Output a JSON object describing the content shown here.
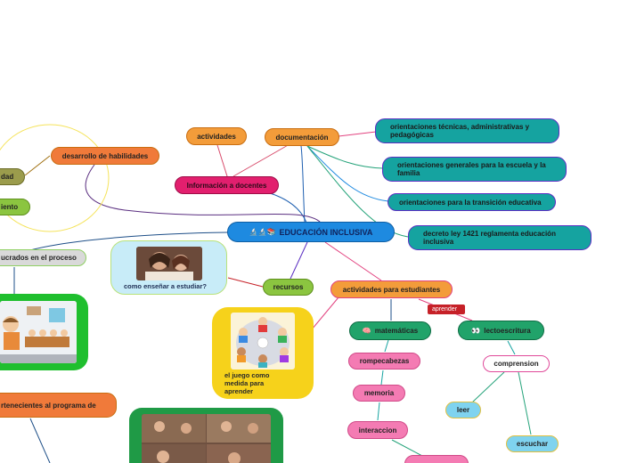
{
  "central": {
    "label": "EDUCACIÓN INCLUSIVA",
    "icons": "🔬🔬📚"
  },
  "nodes": {
    "actividades": "actividades",
    "documentacion": "documentación",
    "informacion": "Información a docentes",
    "orientaciones_tecnicas": "orientaciones  técnicas, administrativas y pedagógicas",
    "orientaciones_generales": "orientaciones generales para la escuela y la familia",
    "orientaciones_transicion": "orientaciones para la transición educativa",
    "decreto": "decreto ley 1421 reglamenta educación inclusiva",
    "desarrollo": "desarrollo de habilidades",
    "left1": "dad",
    "left2": "iento",
    "involucrados": "ucrados en el proceso",
    "pertenecientes": "rtenecientes al programa de",
    "recursos": "recursos",
    "actividades_estudiantes": "actividades para estudiantes",
    "aprender": "aprender",
    "matematicas": "matemáticas",
    "lectoescritura": "lectoescritura",
    "rompecabezas": "rompecabezas",
    "memoria": "memoria",
    "interaccion": "interaccion",
    "comprension": "comprension",
    "leer": "leer",
    "escuchar": "escuchar"
  },
  "cards": {
    "como_ensenar": "como enseñar a estudiar?",
    "juego": "el juego como medida para aprender"
  },
  "icons": {
    "matematicas": "brain-icon",
    "lectoescritura": "eyes-icon"
  },
  "colors": {
    "central": "#1e8ae0",
    "documentacion": "#f39c3a",
    "orientaciones": "#15a3a0",
    "actividades_estudiantes": "#f39c3a",
    "matematicas": "#21a36a",
    "aprender_tag": "#c62128",
    "juego_card": "#f6d21b",
    "ensenar_card": "#c8ecf8"
  }
}
